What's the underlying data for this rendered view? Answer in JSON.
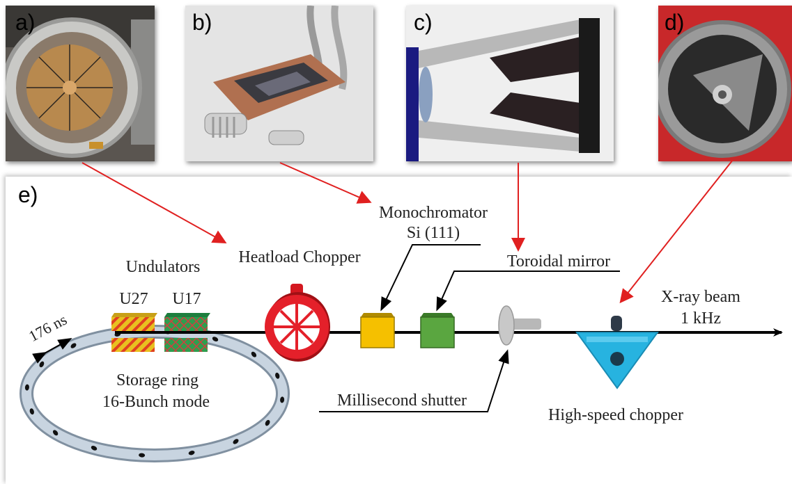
{
  "panels": {
    "a": "a)",
    "b": "b)",
    "c": "c)",
    "d": "d)",
    "e": "e)"
  },
  "labels": {
    "monochromator": "Monochromator",
    "si111": "Si (111)",
    "heatload_chopper": "Heatload Chopper",
    "undulators": "Undulators",
    "u27": "U27",
    "u17": "U17",
    "toroidal_mirror": "Toroidal mirror",
    "xray_beam": "X-ray beam",
    "freq": "1 kHz",
    "bunch_spacing": "176 ns",
    "storage_ring": "Storage ring",
    "bunch_mode": "16-Bunch mode",
    "ms_shutter": "Millisecond shutter",
    "hs_chopper": "High-speed chopper"
  },
  "colors": {
    "arrow_red": "#e02020",
    "u27_fill": "#e8c020",
    "u17_fill": "#2e9e4e",
    "chopper_red": "#e4202a",
    "mono_yellow": "#f5c000",
    "mirror_green": "#5aa640",
    "hs_chopper_blue": "#27b3e0",
    "ring_gray": "#b8c4d0"
  }
}
